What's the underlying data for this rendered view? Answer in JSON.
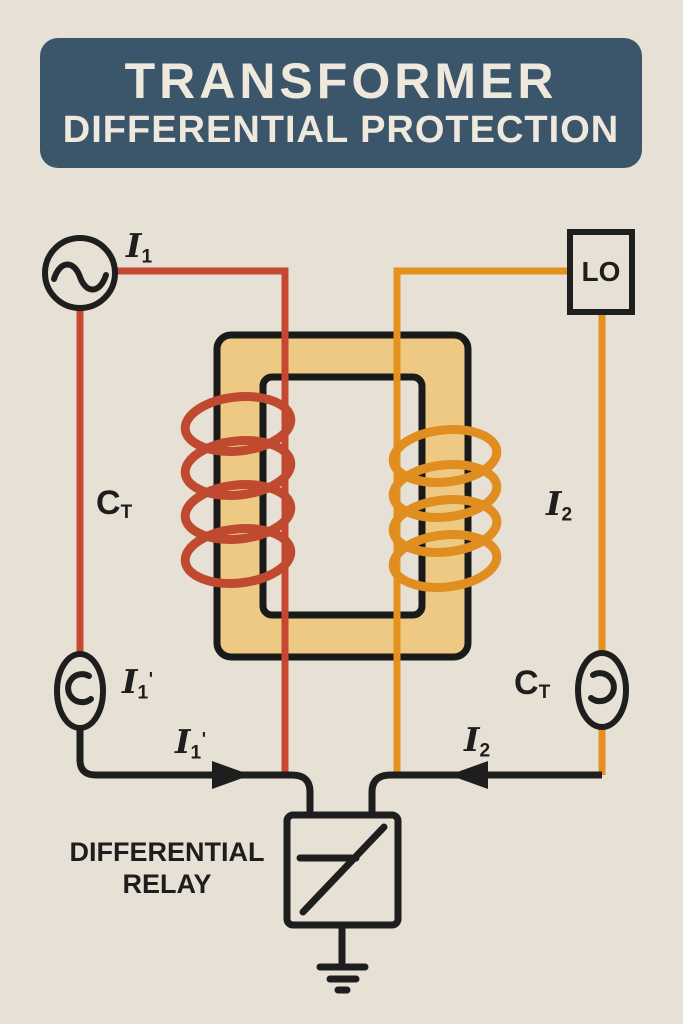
{
  "title": {
    "line1": "TRANSFORMER",
    "line2": "DIFFERENTIAL PROTECTION"
  },
  "labels": {
    "primary_current": {
      "base": "I",
      "sub": "1"
    },
    "load_box": "LO",
    "ct_left": {
      "base": "C",
      "sub": "T"
    },
    "secondary_current": {
      "base": "I",
      "sub": "2"
    },
    "ct_left_output_upper": {
      "base": "I",
      "sub": "1",
      "prime": "'"
    },
    "ct_left_output_lower": {
      "base": "I",
      "sub": "1",
      "prime": "'"
    },
    "ct_right": {
      "base": "C",
      "sub": "T"
    },
    "ct_right_output": {
      "base": "I",
      "sub": "2"
    },
    "relay": {
      "line1": "DIFFERENTIAL",
      "line2": "RELAY"
    }
  },
  "colors": {
    "background": "#e7e0d4",
    "banner_background": "#3b566b",
    "banner_text": "#efe9dd",
    "wire_primary_red": "#c64732",
    "coil_primary_red": "#bf4a30",
    "wire_secondary_orange": "#e5911f",
    "coil_secondary_orange": "#e08e20",
    "core_fill": "#edc983",
    "line_black": "#1e1e1e"
  }
}
